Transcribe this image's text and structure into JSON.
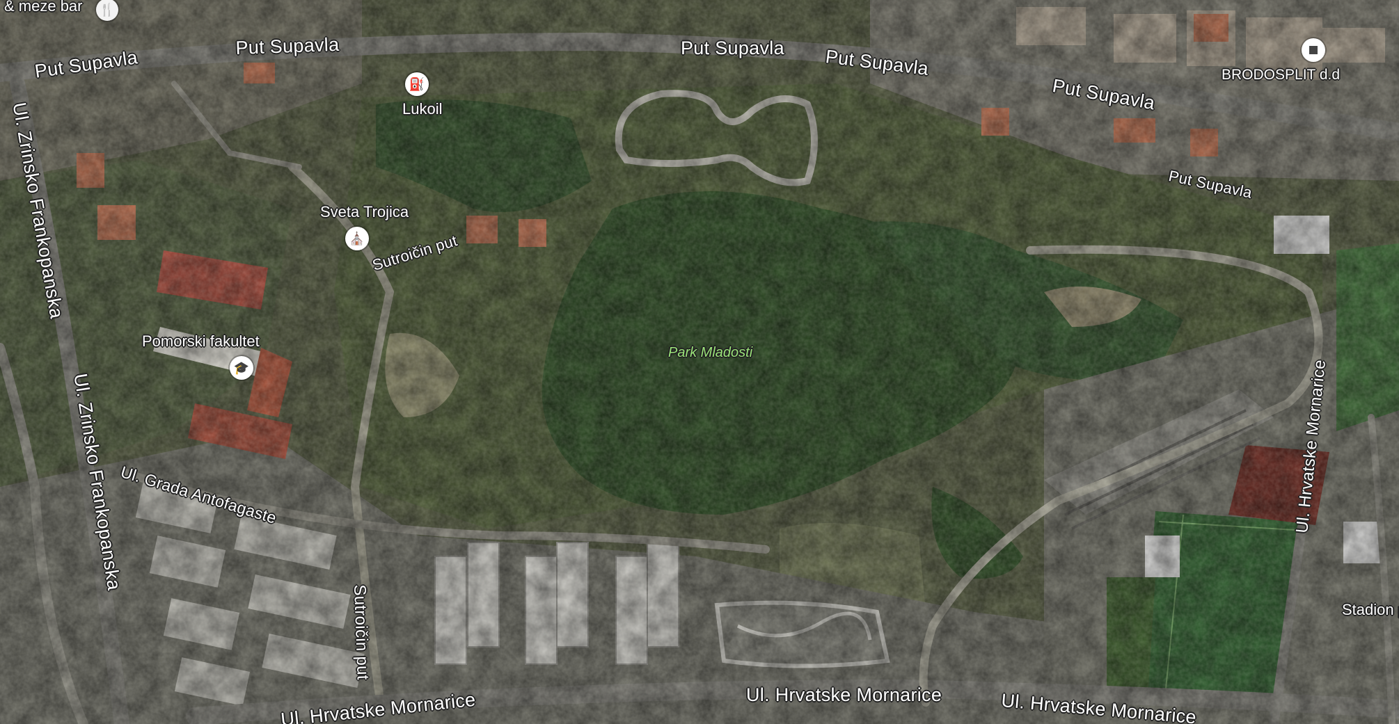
{
  "map": {
    "roads": [
      {
        "id": "put-supavla-1",
        "text": "Put Supavla"
      },
      {
        "id": "put-supavla-2",
        "text": "Put Supavla"
      },
      {
        "id": "put-supavla-3",
        "text": "Put Supavla"
      },
      {
        "id": "put-supavla-4",
        "text": "Put Supavla"
      },
      {
        "id": "put-supavla-5",
        "text": "Put Supavla"
      },
      {
        "id": "put-supavla-6",
        "text": "Put Supavla"
      },
      {
        "id": "zrinsko-1",
        "text": "Ul. Zrinsko Frankopanska"
      },
      {
        "id": "zrinsko-2",
        "text": "Ul. Zrinsko Frankopanska"
      },
      {
        "id": "sutroicin-1",
        "text": "Sutroičin put"
      },
      {
        "id": "sutroicin-2",
        "text": "Sutroičin put"
      },
      {
        "id": "antofagaste",
        "text": "Ul. Grada Antofagaste"
      },
      {
        "id": "mornarice-1",
        "text": "Ul. Hrvatske Mornarice"
      },
      {
        "id": "mornarice-2",
        "text": "Ul. Hrvatske Mornarice"
      },
      {
        "id": "mornarice-3",
        "text": "Ul. Hrvatske Mornarice"
      },
      {
        "id": "mornarice-4",
        "text": "Ul. Hrvatske Mornarice"
      }
    ],
    "pois": {
      "meze_bar": "& meze bar",
      "lukoil": "Lukoil",
      "sveta_trojica": "Sveta Trojica",
      "pomorski": "Pomorski fakultet",
      "brodosplit": "BRODOSPLIT d.d",
      "stadion": "Stadion p"
    },
    "park": "Park Mladosti",
    "icons": {
      "restaurant": "fork-knife-icon",
      "gas": "gas-pump-icon",
      "church": "church-icon",
      "school": "graduation-cap-icon",
      "business": "square-icon"
    },
    "colors": {
      "forest": "#2c4a23",
      "scrub": "#4f5a3a",
      "road": "#6f6f6b",
      "label_park": "#9be37a"
    }
  }
}
